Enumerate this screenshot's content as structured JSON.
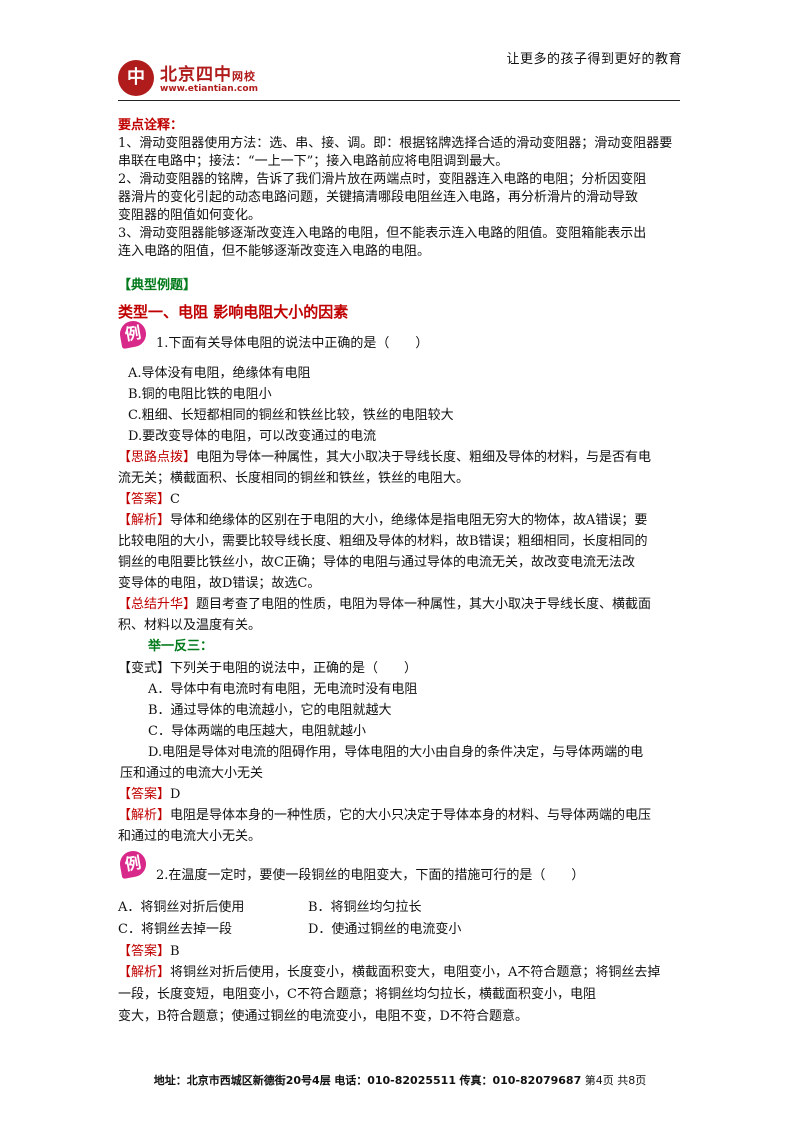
{
  "header": {
    "slogan": "让更多的孩子得到更好的教育",
    "logo_mark": "中",
    "logo_name": "北京四中",
    "logo_suffix": "网校",
    "logo_url": "www.etiantian.com"
  },
  "key_points": {
    "title": "要点诠释：",
    "lines": [
      "1、滑动变阻器使用方法：选、串、接、调。即：根据铭牌选择合适的滑动变阻器；滑动变阻器要",
      "串联在电路中；接法：“一上一下”；接入电路前应将电阻调到最大。",
      "2、滑动变阻器的铭牌，告诉了我们滑片放在两端点时，变阻器连入电路的电阻；分析因变阻",
      "器滑片的变化引起的动态电路问题，关键搞清哪段电阻丝连入电路，再分析滑片的滑动导致",
      "变阻器的阻值如何变化。",
      "3、滑动变阻器能够逐渐改变连入电路的电阻，但不能表示连入电路的阻值。变阻箱能表示出",
      "连入电路的阻值，但不能够逐渐改变连入电路的电阻。"
    ]
  },
  "typical_title": "【典型例题】",
  "type1_title": "类型一、电阻 影响电阻大小的因素",
  "badge": "例",
  "ex1": {
    "question": "1.下面有关导体电阻的说法中正确的是（　　）",
    "options": [
      "A.导体没有电阻，绝缘体有电阻",
      "B.铜的电阻比铁的电阻小",
      "C.粗细、长短都相同的铜丝和铁丝比较，铁丝的电阻较大",
      "D.要改变导体的电阻，可以改变通过的电流"
    ],
    "hint_tag": "【思路点拨】",
    "hint_lines": [
      "电阻为导体一种属性，其大小取决于导线长度、粗细及导体的材料，与是否有电",
      "流无关；横截面积、长度相同的铜丝和铁丝，铁丝的电阻大。"
    ],
    "answer_tag": "【答案】",
    "answer": "C",
    "analysis_tag": "【解析】",
    "analysis_lines": [
      "导体和绝缘体的区别在于电阻的大小，绝缘体是指电阻无穷大的物体，故A错误；要",
      "比较电阻的大小，需要比较导线长度、粗细及导体的材料，故B错误；粗细相同，长度相同的",
      "铜丝的电阻要比铁丝小，故C正确；导体的电阻与通过导体的电流无关，故改变电流无法改",
      "变导体的电阻，故D错误；故选C。"
    ],
    "summary_tag": "【总结升华】",
    "summary_lines": [
      "题目考查了电阻的性质，电阻为导体一种属性，其大小取决于导线长度、横截面",
      "积、材料以及温度有关。"
    ]
  },
  "practice": {
    "title": "举一反三：",
    "variant_tag": "【变式】",
    "question": "下列关于电阻的说法中，正确的是（　　）",
    "options": [
      "A．导体中有电流时有电阻，无电流时没有电阻",
      "B．通过导体的电流越小，它的电阻就越大",
      "C．导体两端的电压越大，电阻就越小",
      "D.电阻是导体对电流的阻碍作用，导体电阻的大小由自身的条件决定，与导体两端的电",
      "压和通过的电流大小无关"
    ],
    "answer_tag": "【答案】",
    "answer": "D",
    "analysis_tag": "【解析】",
    "analysis_lines": [
      "电阻是导体本身的一种性质，它的大小只决定于导体本身的材料、与导体两端的电压",
      "和通过的电流大小无关。"
    ]
  },
  "ex2": {
    "question": "2.在温度一定时，要使一段铜丝的电阻变大，下面的措施可行的是（　　）",
    "options": [
      [
        "A．将铜丝对折后使用",
        "B．将铜丝均匀拉长"
      ],
      [
        "C．将铜丝去掉一段",
        "D．使通过铜丝的电流变小"
      ]
    ],
    "answer_tag": "【答案】",
    "answer": "B",
    "analysis_tag": "【解析】",
    "analysis_lines": [
      "将铜丝对折后使用，长度变小，横截面积变大，电阻变小，A不符合题意；将铜丝去掉",
      "一段，长度变短，电阻变小，C不符合题意；将铜丝均匀拉长，横截面积变小，电阻",
      "变大，B符合题意；使通过铜丝的电流变小，电阻不变，D不符合题意。"
    ]
  },
  "footer": {
    "address": "地址：北京市西城区新德街20号4层",
    "phone": "电话：010-82025511",
    "fax": "传真：010-82079687",
    "page": "第4页",
    "total": "共8页"
  }
}
